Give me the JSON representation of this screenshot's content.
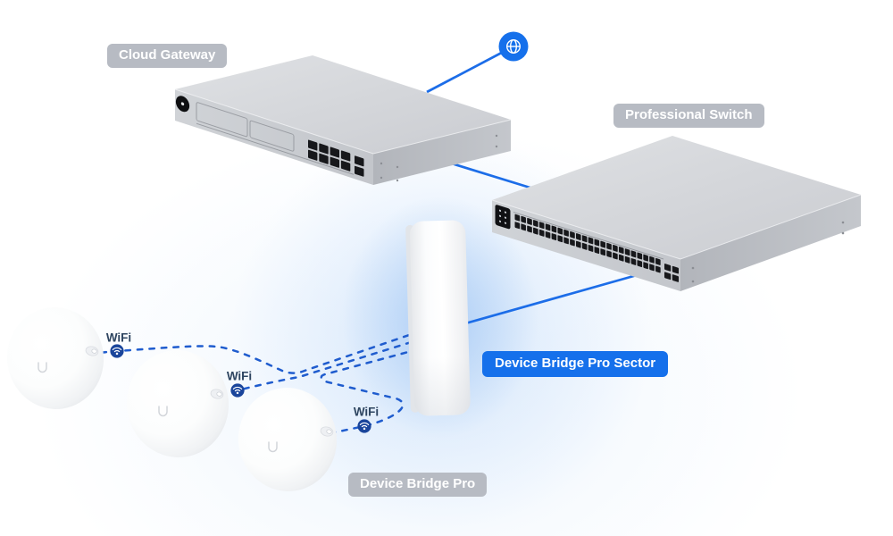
{
  "diagram": {
    "devices": {
      "cloud_gateway": {
        "label": "Cloud Gateway",
        "rj45_ports": 8,
        "sfp_ports": 2
      },
      "professional_switch": {
        "label": "Professional Switch",
        "rj45_ports": 48,
        "sfp_ports": 4
      },
      "sector_antenna": {
        "label": "Device Bridge Pro Sector"
      },
      "bridge_dishes": {
        "label": "Device Bridge Pro",
        "count": 3
      }
    },
    "wifi_links": [
      {
        "label": "WiFi"
      },
      {
        "label": "WiFi"
      },
      {
        "label": "WiFi"
      }
    ],
    "icons": [
      {
        "name": "globe-icon"
      },
      {
        "name": "wifi-icon"
      }
    ],
    "colors": {
      "accent_blue": "#1570EB",
      "solid_line_blue": "#1C6DE8",
      "dashed_line_blue": "#1F5CCE",
      "wifi_badge_blue": "#1A459B",
      "wifi_text": "#2E4560",
      "label_gray": "#B7BBC3",
      "label_text": "#FFFFFF"
    }
  }
}
